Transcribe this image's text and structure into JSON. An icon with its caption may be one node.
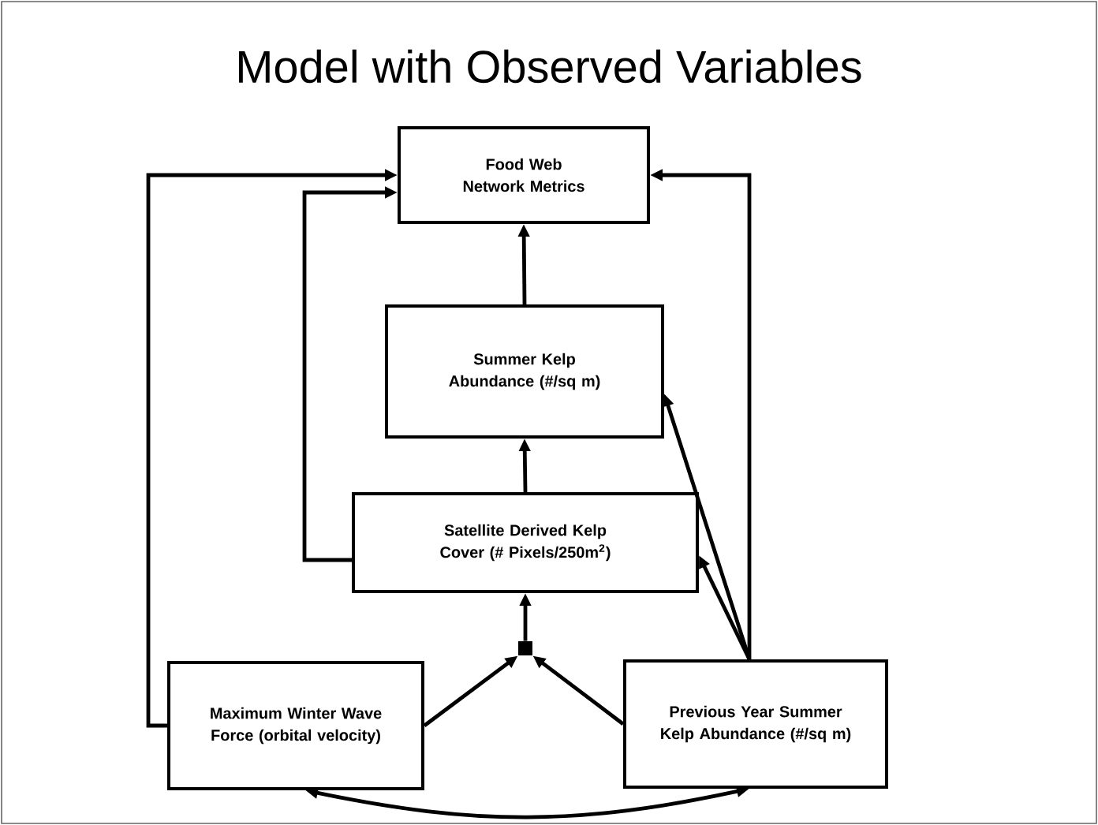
{
  "diagram": {
    "title": "Model with Observed Variables",
    "nodes": [
      {
        "text": [
          "Food Web Network Metrics"
        ]
      },
      {
        "text": [
          "Summer Kelp Abundance (#/sq m)"
        ]
      },
      {
        "text": [
          "Satellite Derived Kelp Cover (# Pixels/250m$^{2}$)"
        ]
      },
      {
        "text": [],
        "shape": "box"
      },
      {
        "text": [
          "Maximum Winter Wave Force (orbital velocity)"
        ]
      },
      {
        "text": [
          "Previous Year Summer Kelp Abundance (#/sq m)"
        ]
      }
    ],
    "edges": [
      {
        "from": 1,
        "to": 0,
        "arrow": "to"
      },
      {
        "from": 2,
        "to": 1,
        "arrow": "to"
      },
      {
        "from": 3,
        "to": 2,
        "arrow": "to"
      },
      {
        "from": 4,
        "to": 3,
        "arrow": "to"
      },
      {
        "from": 5,
        "to": 3,
        "arrow": "to"
      },
      {
        "from": 4,
        "to": 0,
        "arrow": "to"
      },
      {
        "from": 2,
        "to": 0,
        "arrow": "to"
      },
      {
        "from": 5,
        "to": 0,
        "arrow": "to"
      },
      {
        "from": 5,
        "to": 1,
        "arrow": "to"
      },
      {
        "from": 5,
        "to": 2,
        "arrow": "to"
      },
      {
        "from": 4,
        "to": 5,
        "arrow": "both"
      }
    ]
  }
}
